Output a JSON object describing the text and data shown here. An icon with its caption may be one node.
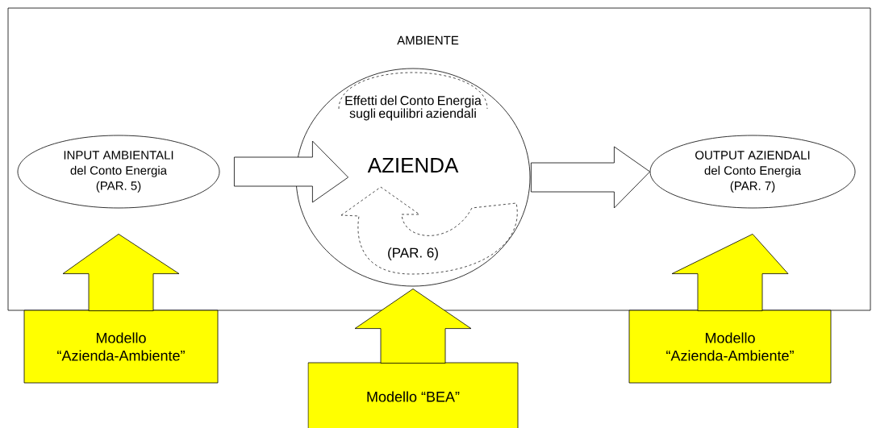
{
  "diagram": {
    "nodes": [
      {
        "text": [
          "AMBIENTE"
        ]
      },
      {
        "text": [
          "INPUT AMBIENTALI",
          "del Conto Energia",
          "(PAR. 5)"
        ],
        "in": 0
      },
      {
        "text": [
          "Effetti del Conto Energia sugli equilibri aziendali",
          "AZIENDA",
          "(PAR. 6)"
        ],
        "in": 0
      },
      {
        "text": [
          "OUTPUT AZIENDALI",
          "del Conto Energia",
          "(PAR. 7)"
        ],
        "in": 0
      },
      {
        "text": [
          "Modello",
          "“Azienda-Ambiente”"
        ]
      },
      {
        "text": [
          "Modello “BEA”"
        ]
      },
      {
        "text": [
          "Modello",
          "“Azienda-Ambiente”"
        ]
      }
    ],
    "edges": [
      {
        "from": 1,
        "to": 2,
        "arrow": "to",
        "color": "#ffffff"
      },
      {
        "from": 2,
        "to": 3,
        "arrow": "to",
        "color": "#ffffff"
      },
      {
        "from": 4,
        "to": 1,
        "arrow": "to",
        "color": "#ffff00"
      },
      {
        "from": 5,
        "to": 2,
        "arrow": "to",
        "color": "#ffff00"
      },
      {
        "from": 6,
        "to": 3,
        "arrow": "to",
        "color": "#ffff00"
      }
    ]
  }
}
